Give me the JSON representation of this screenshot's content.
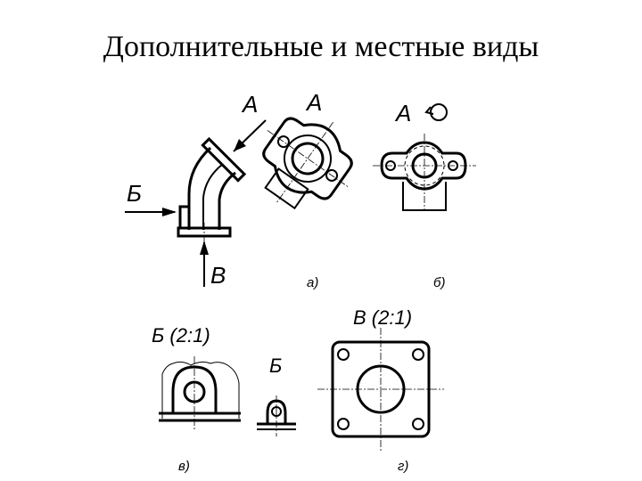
{
  "title": "Дополнительные и местные  виды",
  "labels": {
    "view_a_arrow": "А",
    "view_a": "А",
    "view_a_rotated": "А",
    "view_b_arrow": "Б",
    "view_v_arrow": "В",
    "view_b_scaled": "Б (2:1)",
    "view_b_local": "Б",
    "view_v_scaled": "В (2:1)"
  },
  "captions": {
    "a": "а)",
    "b": "б)",
    "v": "в)",
    "g": "г)"
  }
}
